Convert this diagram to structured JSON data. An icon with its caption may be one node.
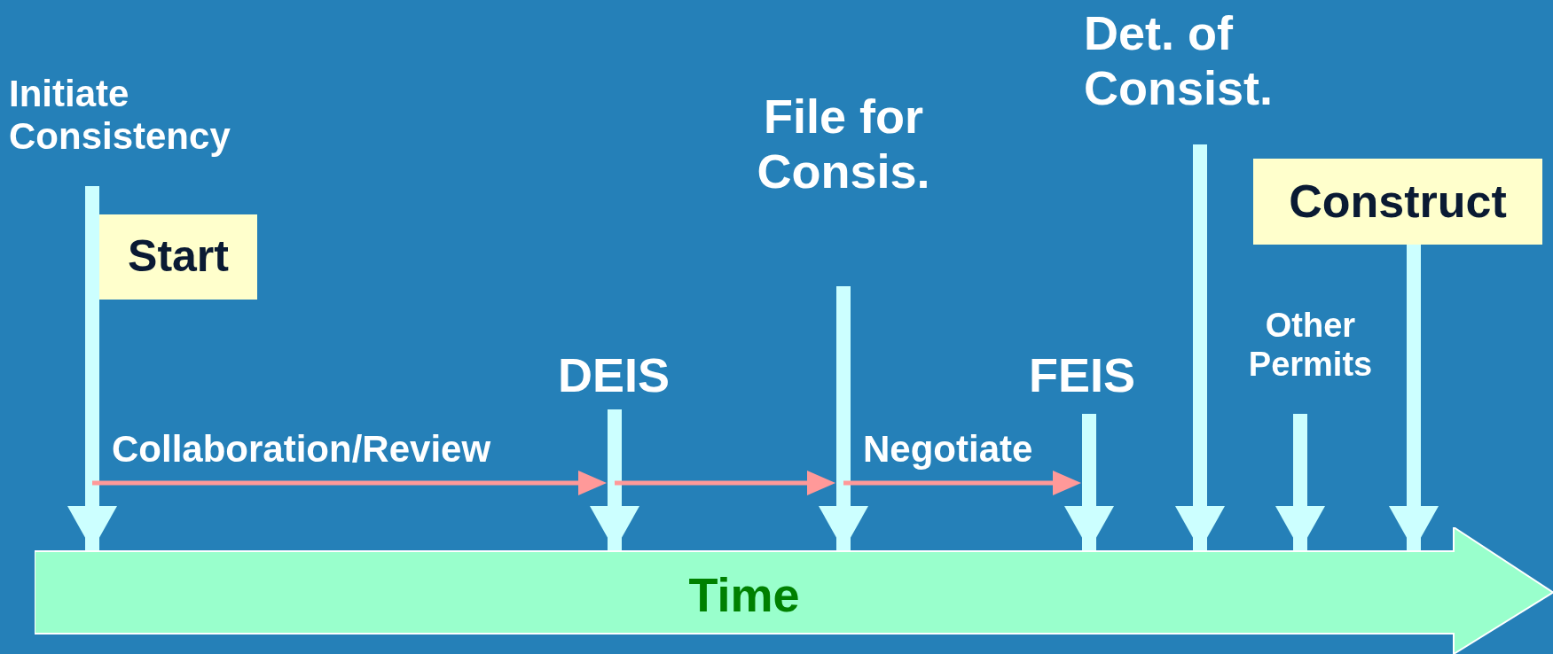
{
  "diagram": {
    "nodes": [
      {
        "text": [
          "Initiate Consistency"
        ]
      },
      {
        "text": [
          "Start"
        ]
      },
      {
        "text": [
          "DEIS"
        ]
      },
      {
        "text": [
          "File for Consis."
        ]
      },
      {
        "text": [
          "FEIS"
        ]
      },
      {
        "text": [
          "Det. of Consist."
        ]
      },
      {
        "text": [
          "Other Permits"
        ]
      },
      {
        "text": [
          "Construct"
        ]
      },
      {
        "text": [
          "Time"
        ]
      }
    ],
    "edges": [
      {
        "from": 0,
        "to": 8,
        "arrow": "to"
      },
      {
        "from": 2,
        "to": 8,
        "arrow": "to"
      },
      {
        "from": 3,
        "to": 8,
        "arrow": "to"
      },
      {
        "from": 4,
        "to": 8,
        "arrow": "to"
      },
      {
        "from": 5,
        "to": 8,
        "arrow": "to"
      },
      {
        "from": 6,
        "to": 8,
        "arrow": "to"
      },
      {
        "from": 7,
        "to": 8,
        "arrow": "to"
      }
    ],
    "labels": [
      "Collaboration/Review",
      "Negotiate"
    ]
  }
}
